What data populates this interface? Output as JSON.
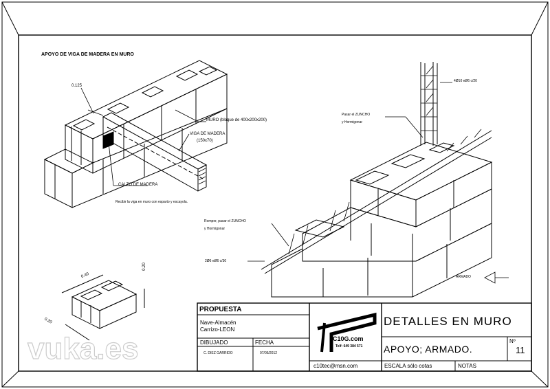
{
  "drawing": {
    "title": "APOYO DE VIGA DE MADERA EN MURO",
    "labels": {
      "dim_0125": "0.125",
      "muro": "MURO (bloque de 400x200x200)",
      "viga_1": "VIGA DE MADERA",
      "viga_2": "(150x70)",
      "calzo": "CALZO DE MADERA",
      "recibir": "Recibir la viga en muro con esparto y escayola.",
      "pasar_1": "Pasar el ZUNCHO",
      "pasar_2": "y Hormigonar",
      "rebar_top": "4Ø10 eØ6 c/20",
      "romper_1": "Romper, pasar el ZUNCHO",
      "romper_2": "y Hormigonar",
      "rebar_low": "2Ø6 eØ6 c/30",
      "armado": "ARMADO",
      "block_040": "0.40",
      "block_020v": "0.20",
      "block_020h": "0.20"
    }
  },
  "title_block": {
    "propuesta": "PROPUESTA",
    "obra_1": "Nave-Almacén",
    "obra_2": "Carrizo-LEON",
    "dibujado_label": "DIBUJADO",
    "fecha_label": "FECHA",
    "dibujado_value": "C. DIEZ GARRIDO",
    "fecha_value": "07/05/2012",
    "logo_name": "C10G.com",
    "logo_phone": "Telf: 649 384 571",
    "email": "c10tec@msn.com",
    "main_title": "DETALLES EN MURO",
    "subtitle": "APOYO;  ARMADO.",
    "num_label": "Nº",
    "num_value": "11",
    "escala": "ESCALA  sólo cotas",
    "notas": "NOTAS"
  },
  "watermark": {
    "text": "vuka.es"
  }
}
